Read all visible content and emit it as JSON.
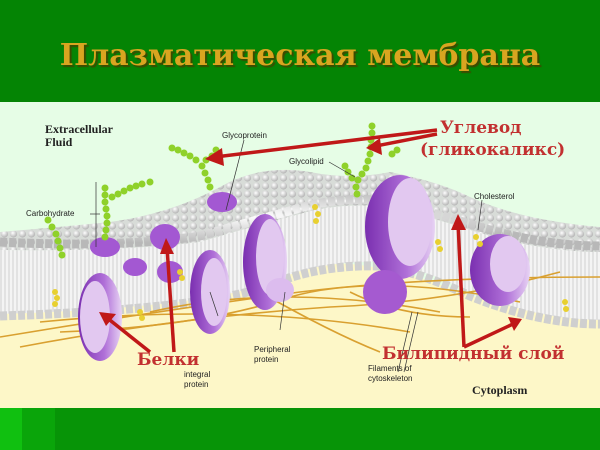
{
  "slide": {
    "title": "Плазматическая мембрана",
    "colors": {
      "background_green": "#048404",
      "title_gold": "#d9a520",
      "panel_background": "#e6fde6",
      "cytoplasm": "#fdf7c8",
      "protein_purple": "#9b4fc8",
      "protein_light": "#e2c8f0",
      "carbohydrate_green": "#8fd12a",
      "arrow_red": "#c01818",
      "label_red": "#c23030"
    }
  },
  "diagram": {
    "english_labels": {
      "extracellular_fluid_line1": "Extracellular",
      "extracellular_fluid_line2": "Fluid",
      "glycoprotein": "Glycoprotein",
      "glycolipid": "Glycolipid",
      "carbohydrate": "Carbohydrate",
      "cholesterol": "Cholesterol",
      "integral_protein_line1": "integral",
      "integral_protein_line2": "protein",
      "peripheral_protein_line1": "Peripheral",
      "peripheral_protein_line2": "protein",
      "filaments_line1": "Filaments of",
      "filaments_line2": "cytoskeleton",
      "cytoplasm": "Cytoplasm"
    },
    "russian_labels": {
      "carbohydrate_line1": "Углевод",
      "carbohydrate_line2": "(гликокаликс)",
      "proteins": "Белки",
      "bilipid_layer": "Билипидный слой"
    }
  }
}
